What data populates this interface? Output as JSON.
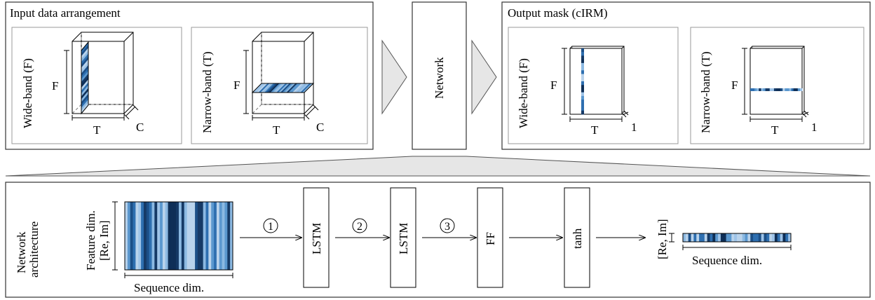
{
  "top": {
    "input_title": "Input data arrangement",
    "output_title": "Output mask (cIRM)",
    "network_label": "Network",
    "input_panels": [
      {
        "side_label": "Wide-band (F)",
        "dim_f": "F",
        "dim_t": "T",
        "dim_c": "C"
      },
      {
        "side_label": "Narrow-band (T)",
        "dim_f": "F",
        "dim_t": "T",
        "dim_c": "C"
      }
    ],
    "output_panels": [
      {
        "side_label": "Wide-band (F)",
        "dim_f": "F",
        "dim_t": "T",
        "dim_c": "1"
      },
      {
        "side_label": "Narrow-band (T)",
        "dim_f": "F",
        "dim_t": "T",
        "dim_c": "1"
      }
    ]
  },
  "bottom": {
    "section_label_line1": "Network",
    "section_label_line2": "architecture",
    "feature_label_line1": "Feature dim.",
    "feature_label_line2": "[Re, Im]",
    "sequence_label": "Sequence dim.",
    "output_feature_label": "[Re, Im]",
    "output_sequence_label": "Sequence dim.",
    "blocks": [
      "LSTM",
      "LSTM",
      "FF",
      "tanh"
    ],
    "steps": [
      "1",
      "2",
      "3"
    ]
  },
  "colors": {
    "panel_border": "#333333",
    "arrow_fill": "#e6e6e6",
    "stripe_palette": [
      "#b9d3ec",
      "#8cb9e2",
      "#5b98cf",
      "#2e6fb0",
      "#1c4f87",
      "#0f2f57",
      "#163a66",
      "#9fc4e8"
    ]
  }
}
